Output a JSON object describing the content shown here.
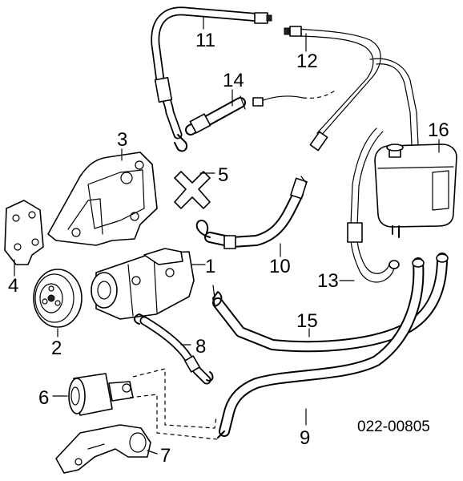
{
  "diagram": {
    "part_code": "022-00805",
    "callouts": [
      {
        "id": "1",
        "text": "1"
      },
      {
        "id": "2",
        "text": "2"
      },
      {
        "id": "3",
        "text": "3"
      },
      {
        "id": "4",
        "text": "4"
      },
      {
        "id": "5",
        "text": "5"
      },
      {
        "id": "6",
        "text": "6"
      },
      {
        "id": "7",
        "text": "7"
      },
      {
        "id": "8",
        "text": "8"
      },
      {
        "id": "9",
        "text": "9"
      },
      {
        "id": "10",
        "text": "10"
      },
      {
        "id": "11",
        "text": "11"
      },
      {
        "id": "12",
        "text": "12"
      },
      {
        "id": "13",
        "text": "13"
      },
      {
        "id": "14",
        "text": "14"
      },
      {
        "id": "15",
        "text": "15"
      },
      {
        "id": "16",
        "text": "16"
      }
    ]
  }
}
